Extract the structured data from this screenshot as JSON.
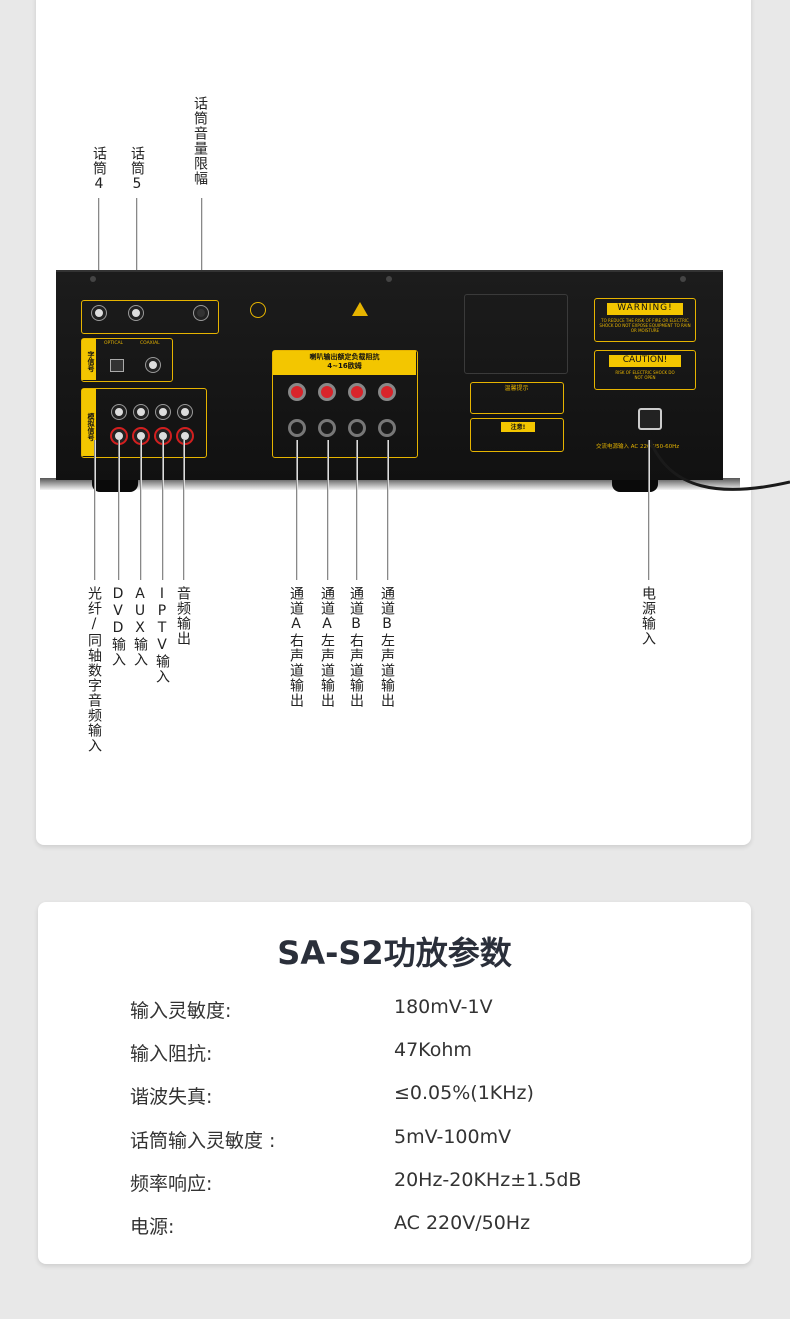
{
  "top_labels": {
    "mic4": "话筒4",
    "mic5": "话筒5",
    "mic_limit": "话筒音量限幅"
  },
  "bottom_labels": {
    "optical_coax": "光纤/同轴数字音频输入",
    "dvd": "DVD输入",
    "aux": "AUX输入",
    "iptv": "IPTV输入",
    "audio_out": "音频输出",
    "ch_a_right": "通道A右声道输出",
    "ch_a_left": "通道A左声道输出",
    "ch_b_right": "通道B右声道输出",
    "ch_b_left": "通道B左声道输出",
    "power_in": "电源输入"
  },
  "panel": {
    "optical": "OPTICAL",
    "coaxial": "COAXIAL",
    "digital_label": "字信号",
    "analog_label": "模拟信号",
    "speaker_header": "喇叭输出额定负载阻抗",
    "speaker_ohm": "4~16欧姆",
    "warm_tip": "温馨提示",
    "notice": "注意!",
    "warning": "WARNING!",
    "warning_text": "TO REDUCE THE RISK OF FIRE OR ELECTRIC SHOCK DO NOT EXPOSE EQUIPMENT TO RAIN OR MOISTURE",
    "caution": "CAUTION!",
    "caution_text": "RISK OF ELECTRIC SHOCK DO NOT OPEN",
    "ac_input": "交流电源输入  AC 220V/50-60Hz"
  },
  "specs": {
    "title": "SA-S2功放参数",
    "rows": [
      {
        "key": "输入灵敏度:",
        "value": "180mV-1V"
      },
      {
        "key": "输入阻抗:",
        "value": "47Kohm"
      },
      {
        "key": "谐波失真:",
        "value": "≤0.05%(1KHz)"
      },
      {
        "key": "话筒输入灵敏度 :",
        "value": "5mV-100mV"
      },
      {
        "key": "频率响应:",
        "value": "20Hz-20KHz±1.5dB"
      },
      {
        "key": "电源:",
        "value": "AC 220V/50Hz"
      }
    ]
  }
}
